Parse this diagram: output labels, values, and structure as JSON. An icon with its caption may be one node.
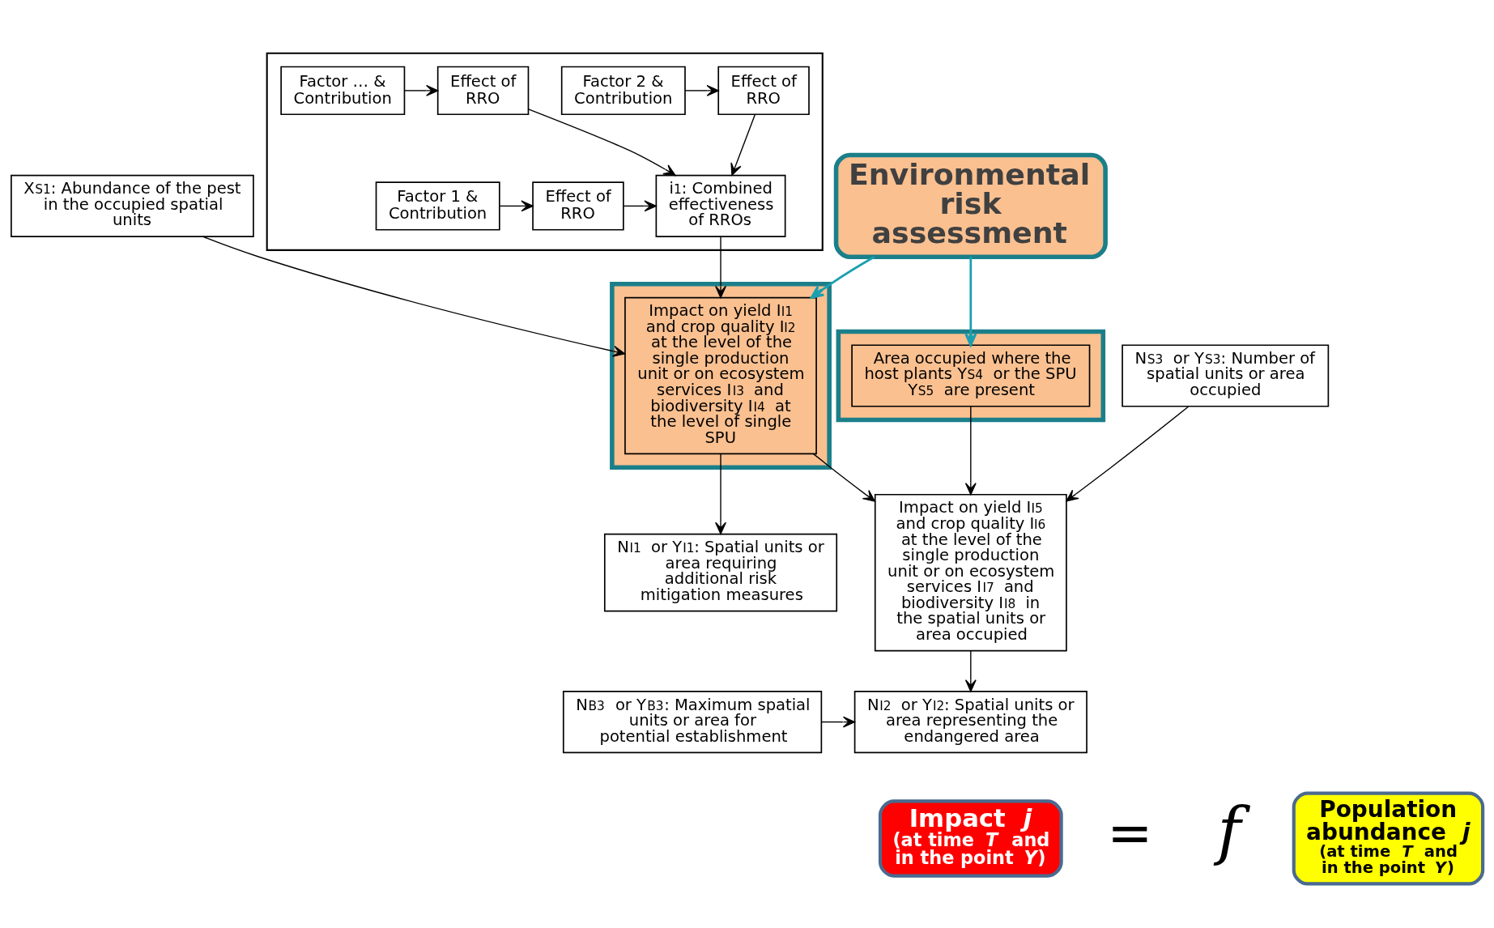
{
  "diagram": {
    "nodes": [
      {
        "text": [
          "Environmental risk assessment"
        ]
      },
      {
        "text": [
          "X$_{S1}$: Abundance of the pest in the occupied spatial units"
        ]
      },
      {
        "text": [],
        "shape": "box"
      },
      {
        "text": [
          "i$_{1}$: Combined effectiveness of RROs"
        ],
        "in": 2
      },
      {
        "text": [
          "Effect of RRO"
        ],
        "in": 2
      },
      {
        "text": [
          "Factor 1 & Contribution"
        ],
        "in": 2
      },
      {
        "text": [
          "Effect of RRO"
        ],
        "in": 2
      },
      {
        "text": [
          "Factor 2 & Contribution"
        ],
        "in": 2
      },
      {
        "text": [
          "Effect of RRO"
        ],
        "in": 2
      },
      {
        "text": [
          "Factor … & Contribution"
        ],
        "in": 2
      },
      {
        "text": [],
        "shape": "box"
      },
      {
        "text": [
          "Impact on yield I$_{I1}$ and crop quality I$_{I2}$ at the level of the single production unit or on ecosystem services I$_{I3}$ and biodiversity I$_{I4}$ at the level of single SPU"
        ],
        "in": 10
      },
      {
        "text": [],
        "shape": "box"
      },
      {
        "text": [
          "Area occupied where the host plants Y$_{S4}$ or the SPU Y$_{S5}$ are present"
        ],
        "in": 12
      },
      {
        "text": [
          "N$_{S3}$ or Y$_{S3}$: Number of spatial units or area occupied"
        ]
      },
      {
        "text": [
          "N$_{I1}$ or Y$_{I1}$: Spatial units or area requiring additional risk mitigation measures"
        ]
      },
      {
        "text": [
          "Impact on yield I$_{I5}$ and crop quality I$_{I6}$ at the level of the single production unit or on ecosystem services I$_{I7}$ and biodiversity I$_{I8}$ in the spatial units or area occupied"
        ]
      },
      {
        "text": [
          "N$_{B3}$ or Y$_{B3}$: Maximum spatial units or area for potential establishment"
        ]
      },
      {
        "text": [
          "N$_{I2}$ or Y$_{I2}$: Spatial units or area representing the endangered area"
        ]
      },
      {
        "text": [
          "Impact *j*",
          "(at time *T* and in the point *Y*)"
        ]
      },
      {
        "text": [
          "Population abundance *j*",
          "(at time *T* and in the point *Y*)"
        ]
      }
    ],
    "edges": [
      {
        "from": 1,
        "to": 11,
        "arrow": "to"
      },
      {
        "from": 3,
        "to": 11,
        "arrow": "to"
      },
      {
        "from": 4,
        "to": 3,
        "arrow": "to"
      },
      {
        "from": 6,
        "to": 3,
        "arrow": "to"
      },
      {
        "from": 8,
        "to": 3,
        "arrow": "to"
      },
      {
        "from": 5,
        "to": 4,
        "arrow": "to"
      },
      {
        "from": 7,
        "to": 6,
        "arrow": "to"
      },
      {
        "from": 9,
        "to": 8,
        "arrow": "to"
      },
      {
        "from": 0,
        "to": 11,
        "arrow": "to",
        "color": "#1b9fb0"
      },
      {
        "from": 0,
        "to": 13,
        "arrow": "to",
        "color": "#1b9fb0"
      },
      {
        "from": 11,
        "to": 15,
        "arrow": "to"
      },
      {
        "from": 11,
        "to": 16,
        "arrow": "to"
      },
      {
        "from": 13,
        "to": 16,
        "arrow": "to"
      },
      {
        "from": 14,
        "to": 16,
        "arrow": "to"
      },
      {
        "from": 16,
        "to": 18,
        "arrow": "to"
      },
      {
        "from": 17,
        "to": 18,
        "arrow": "to"
      }
    ],
    "labels": [
      "=",
      "f"
    ]
  }
}
